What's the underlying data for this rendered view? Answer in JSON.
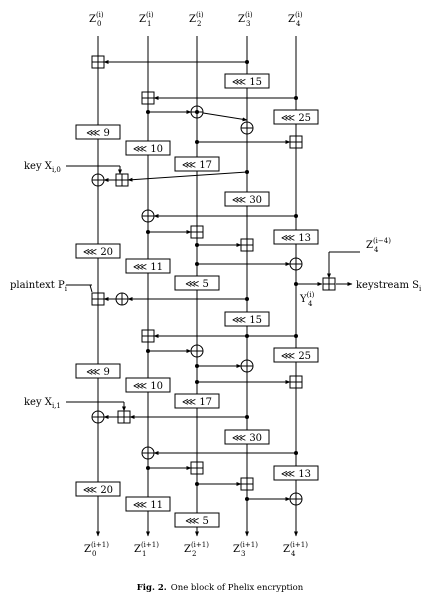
{
  "inputs": [
    {
      "base": "Z",
      "sub": "0",
      "sup": "(i)"
    },
    {
      "base": "Z",
      "sub": "1",
      "sup": "(i)"
    },
    {
      "base": "Z",
      "sub": "2",
      "sup": "(i)"
    },
    {
      "base": "Z",
      "sub": "3",
      "sup": "(i)"
    },
    {
      "base": "Z",
      "sub": "4",
      "sup": "(i)"
    }
  ],
  "outputs": [
    {
      "base": "Z",
      "sub": "0",
      "sup": "(i+1)"
    },
    {
      "base": "Z",
      "sub": "1",
      "sup": "(i+1)"
    },
    {
      "base": "Z",
      "sub": "2",
      "sup": "(i+1)"
    },
    {
      "base": "Z",
      "sub": "3",
      "sup": "(i+1)"
    },
    {
      "base": "Z",
      "sub": "4",
      "sup": "(i+1)"
    }
  ],
  "rotations": [
    "15",
    "25",
    "9",
    "10",
    "17",
    "30",
    "13",
    "20",
    "11",
    "5",
    "15",
    "25",
    "9",
    "10",
    "17",
    "30",
    "13",
    "20",
    "11",
    "5"
  ],
  "rotate_symbol": "⋘",
  "side_labels": {
    "key0": {
      "text": "key X",
      "sub": "i,0"
    },
    "key1": {
      "text": "key X",
      "sub": "i,1"
    },
    "plaintext": {
      "text": "plaintext P",
      "sub": "i"
    },
    "keystream": {
      "text": "keystream S",
      "sub": "i"
    },
    "z_prev": {
      "base": "Z",
      "sub": "4",
      "sup": "(i−4)"
    },
    "y_out": {
      "base": "Y",
      "sub": "4",
      "sup": "(i)"
    }
  },
  "caption": {
    "label": "Fig. 2.",
    "text": "One block of Phelix encryption"
  }
}
